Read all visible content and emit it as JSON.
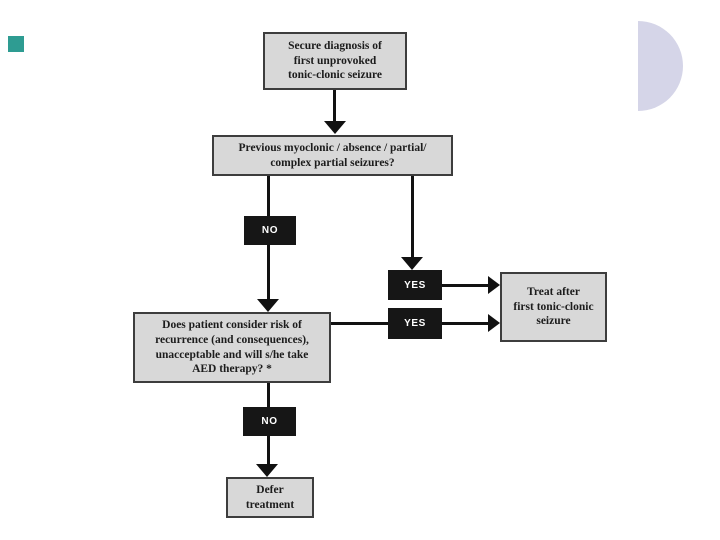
{
  "decorations": {
    "square_color": "#2e9c92",
    "semicircle_color": "#d5d5e8"
  },
  "flowchart": {
    "nodes": {
      "secure_diagnosis": "Secure diagnosis of\nfirst unprovoked\ntonic-clonic seizure",
      "previous_seizures": "Previous myoclonic / absence / partial/\ncomplex partial seizures?",
      "consider_risk": "Does patient consider risk of\nrecurrence (and consequences),\nunacceptable and will s/he take\nAED therapy? *",
      "treat_after": "Treat after\nfirst tonic-clonic\nseizure",
      "defer_treatment": "Defer\ntreatment"
    },
    "branch_labels": {
      "no": "NO",
      "yes": "YES"
    },
    "edges": [
      "secure_diagnosis -> previous_seizures",
      "previous_seizures -NO-> consider_risk",
      "previous_seizures -YES-> treat_after",
      "consider_risk -YES-> treat_after",
      "consider_risk -NO-> defer_treatment"
    ],
    "colors": {
      "node_fill": "#d8d8d8",
      "node_border": "#3d3d3d",
      "node_text": "#1c1c1c",
      "label_fill": "#161616",
      "label_text": "#ffffff",
      "connector": "#111111"
    }
  }
}
